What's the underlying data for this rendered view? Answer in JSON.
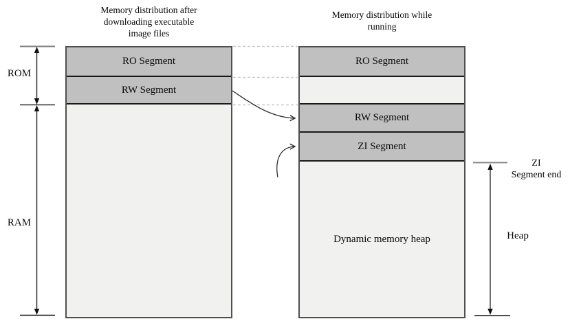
{
  "titles": {
    "left": [
      "Memory distribution after",
      "downloading executable",
      "image files"
    ],
    "right": [
      "Memory distribution while",
      "running"
    ]
  },
  "left_column": {
    "segments": [
      {
        "label": "RO Segment"
      },
      {
        "label": "RW Segment"
      },
      {
        "label": ""
      }
    ]
  },
  "right_column": {
    "segments": [
      {
        "label": "RO Segment"
      },
      {
        "label": ""
      },
      {
        "label": "RW Segment"
      },
      {
        "label": "ZI Segment"
      },
      {
        "label": "Dynamic memory heap"
      }
    ]
  },
  "annotations": {
    "rom": "ROM",
    "ram": "RAM",
    "zi_end_line1": "ZI",
    "zi_end_line2": "Segment end",
    "heap": "Heap"
  },
  "colors": {
    "segment_gray": "#c0c0c0",
    "area_light": "#f1f1f0",
    "box_outline": "#4f4f4f",
    "divider_dark": "#1a1a1a",
    "dashed_line": "#c8c8c8",
    "arrow_dark": "#2e2e2e",
    "arrow_gray": "#5f5f5f",
    "tick_gray": "#7d7d7d"
  }
}
